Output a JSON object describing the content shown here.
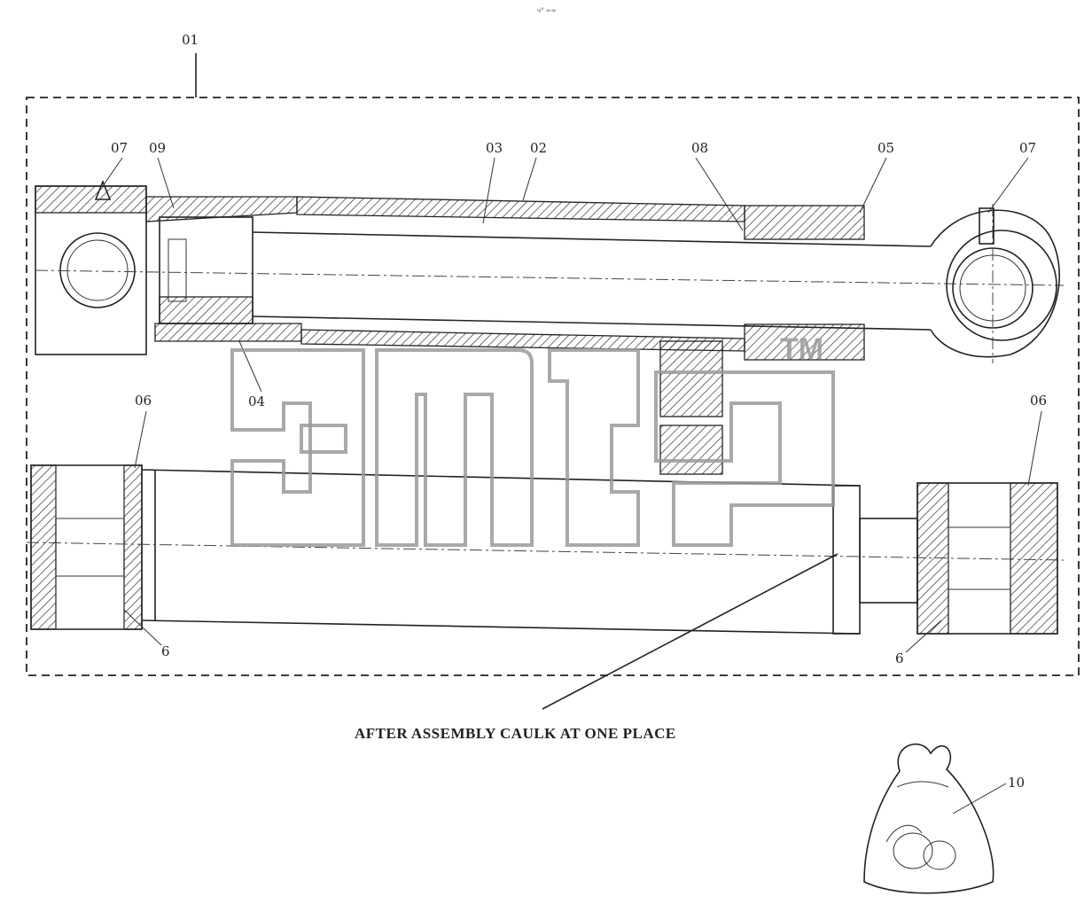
{
  "header_mark": "ч° ∞∞",
  "labels": {
    "assembly": "01",
    "tube": "02",
    "rod": "03",
    "piston": "04",
    "head": "05",
    "bushing_left": "06",
    "bushing_right": "06",
    "grease_left": "07",
    "grease_right": "07",
    "port": "08",
    "nut": "09",
    "pin_left": "6",
    "pin_right": "6",
    "seal_kit": "10"
  },
  "caption": "AFTER ASSEMBLY CAULK AT ONE PLACE",
  "watermark": "TM"
}
